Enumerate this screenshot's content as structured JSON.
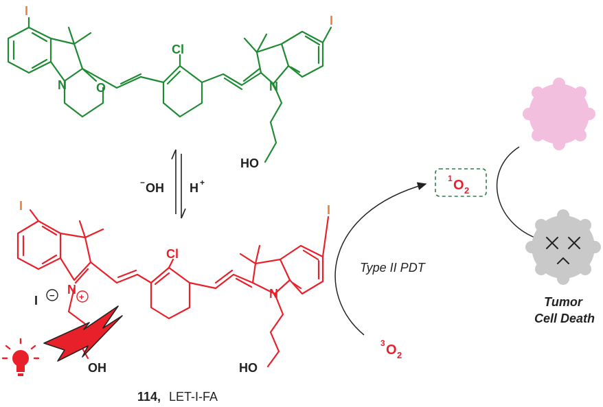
{
  "colors": {
    "green": "#1e8a34",
    "red": "#e8202a",
    "orange": "#ee7d3b",
    "black": "#222222",
    "pink": "#f3bfde",
    "gray": "#c9c9c9",
    "dashed_green": "#2e7d4f"
  },
  "top_structure": {
    "iodo_left": "I",
    "iodo_right": "I",
    "chloro": "Cl",
    "nitrogen_left": "N",
    "oxygen_ring": "O",
    "nitrogen_right": "N",
    "hydroxyl": "HO"
  },
  "equilibrium": {
    "base_charge": "−",
    "base": "OH",
    "acid": "H",
    "acid_charge": "+"
  },
  "bottom_structure": {
    "iodo_left": "I",
    "iodo_right": "I",
    "chloro": "Cl",
    "nitrogen_left": "N",
    "nitrogen_right": "N",
    "iodide": "I",
    "iodide_charge": "−",
    "cation_charge": "+",
    "hydroxyl_left": "OH",
    "hydroxyl_right": "HO",
    "compound_number": "114,",
    "compound_name": "LET-I-FA"
  },
  "pdt": {
    "type_label": "Type II PDT",
    "singlet_oxygen_sup": "1",
    "singlet_oxygen": "O",
    "singlet_oxygen_sub": "2",
    "triplet_oxygen_sup": "3",
    "triplet_oxygen": "O",
    "triplet_oxygen_sub": "2"
  },
  "outcome": {
    "line1": "Tumor",
    "line2": "Cell Death"
  },
  "icons": [
    "light-bulb-icon",
    "lightning-bolt-icon",
    "healthy-cell-icon",
    "dead-cell-icon"
  ]
}
